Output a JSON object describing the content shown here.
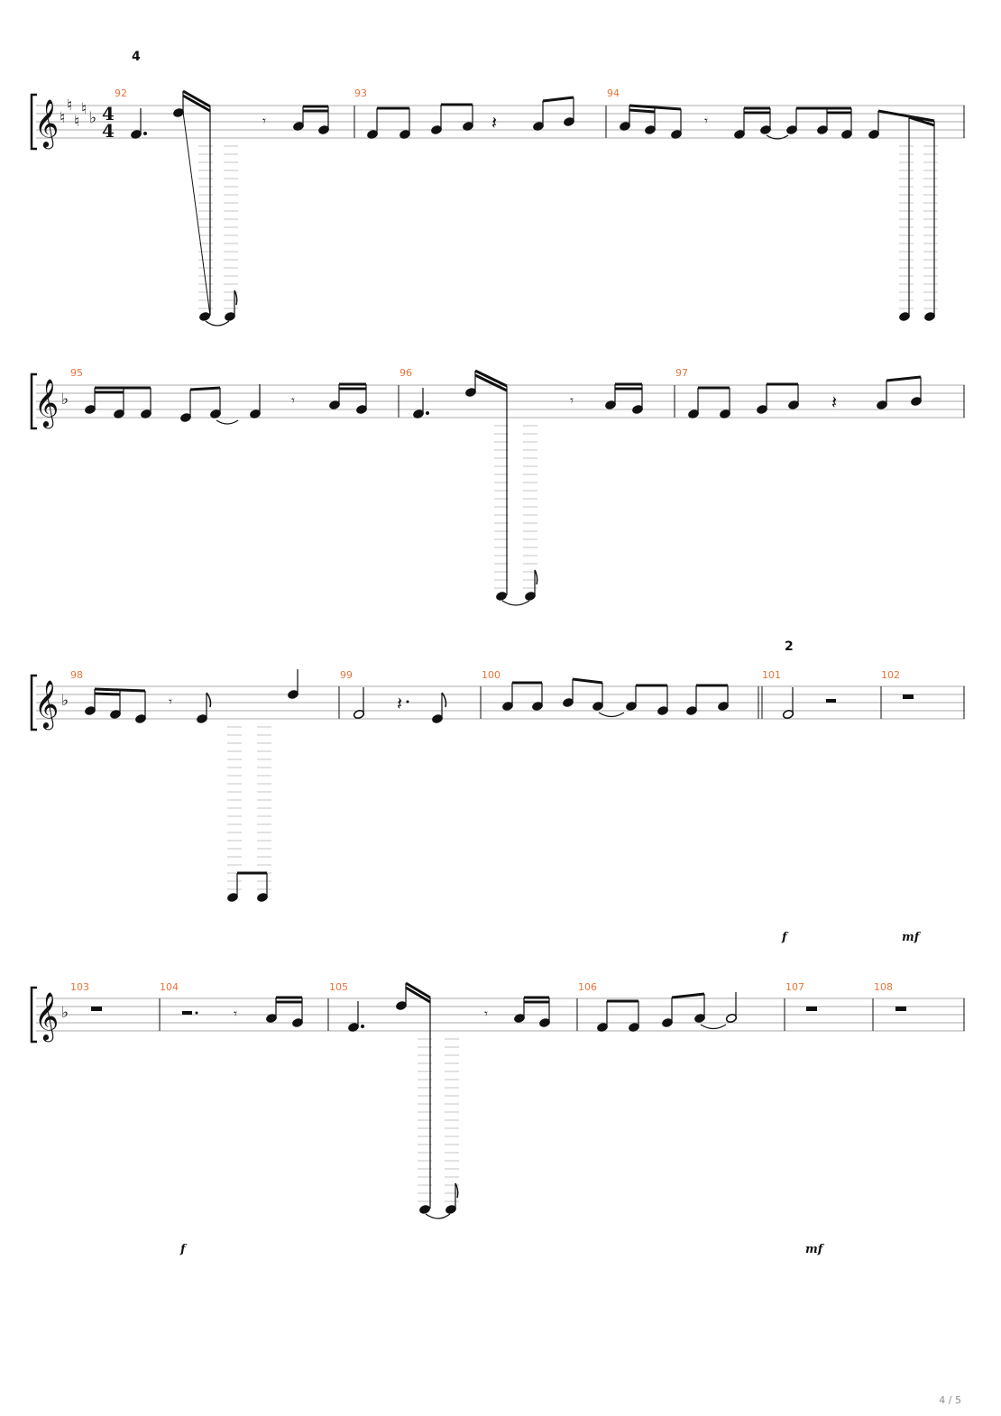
{
  "page_number": "4 / 5",
  "colors": {
    "ink": "#111111",
    "staff_line": "#a9a9a9",
    "ledger": "#c6c6c6",
    "measure_number": "#e8743b"
  },
  "time_signature": {
    "top": "4",
    "bottom": "4"
  },
  "systems": [
    {
      "label": "4",
      "clef": "treble",
      "key": "naturals-to-F-major",
      "time_signature": true,
      "measures": [
        {
          "number": "92"
        },
        {
          "number": "93"
        },
        {
          "number": "94"
        }
      ],
      "dynamics": []
    },
    {
      "label": "",
      "clef": "treble",
      "key": "F-major",
      "measures": [
        {
          "number": "95"
        },
        {
          "number": "96"
        },
        {
          "number": "97"
        }
      ],
      "dynamics": []
    },
    {
      "label": "2",
      "clef": "treble",
      "key": "F-major",
      "measures": [
        {
          "number": "98"
        },
        {
          "number": "99"
        },
        {
          "number": "100"
        },
        {
          "number": "101"
        },
        {
          "number": "102"
        }
      ],
      "dynamics": [
        "f",
        "mf"
      ]
    },
    {
      "label": "",
      "clef": "treble",
      "key": "F-major",
      "measures": [
        {
          "number": "103"
        },
        {
          "number": "104"
        },
        {
          "number": "105"
        },
        {
          "number": "106"
        },
        {
          "number": "107"
        },
        {
          "number": "108"
        }
      ],
      "dynamics": [
        "f",
        "mf"
      ]
    }
  ]
}
